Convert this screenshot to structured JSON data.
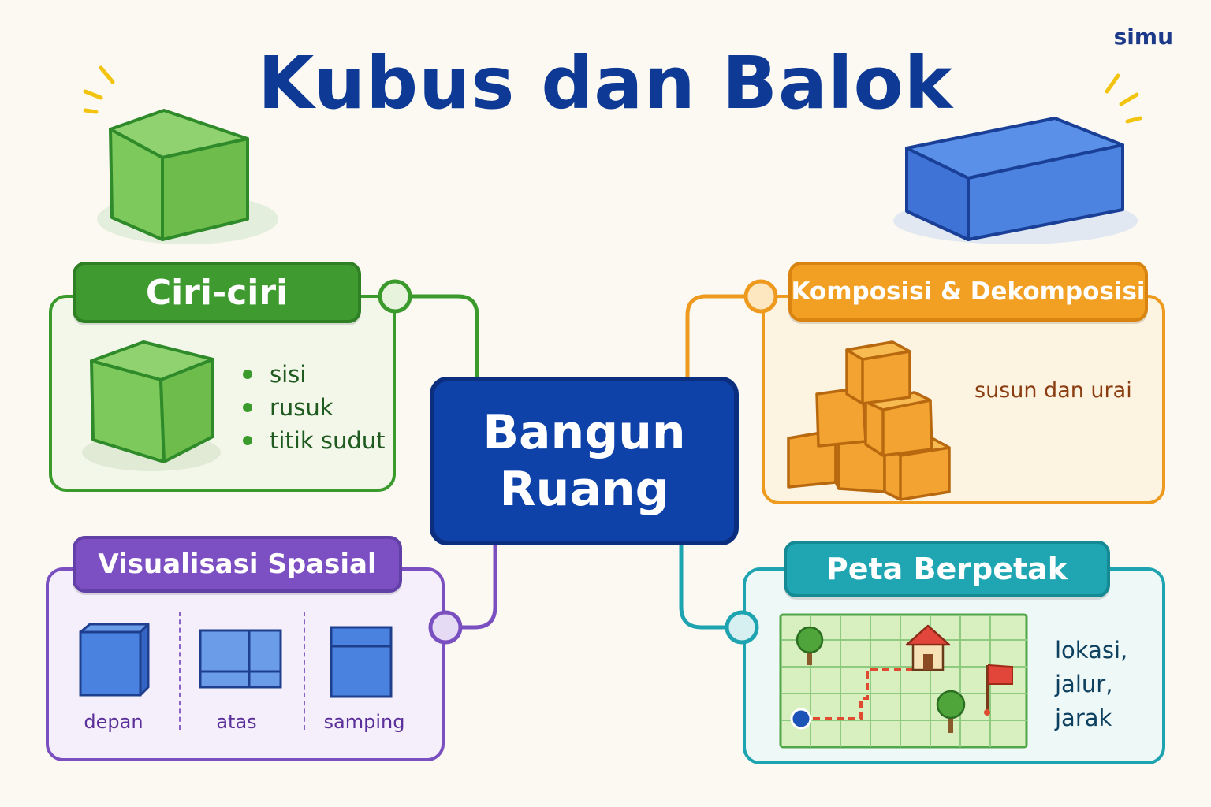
{
  "title": "Kubus dan Balok",
  "brand": "simu",
  "center": {
    "line1": "Bangun",
    "line2": "Ruang"
  },
  "colors": {
    "title": "#0e3a96",
    "center": "#0f42a8",
    "ciri": "#3a9a2c",
    "komposisi": "#ee9a1e",
    "visualisasi": "#7a4fc0",
    "peta": "#1ea3b0"
  },
  "ciri_ciri": {
    "label": "Ciri-ciri",
    "items": [
      "sisi",
      "rusuk",
      "titik sudut"
    ]
  },
  "komposisi": {
    "label": "Komposisi & Dekomposisi",
    "caption": "susun dan urai"
  },
  "visualisasi": {
    "label": "Visualisasi Spasial",
    "views": [
      "depan",
      "atas",
      "samping"
    ]
  },
  "peta": {
    "label": "Peta Berpetak",
    "captions": [
      "lokasi,",
      "jalur,",
      "jarak"
    ]
  },
  "icons": [
    "cube-icon",
    "cuboid-icon",
    "stacked-blocks-icon",
    "grid-map-icon",
    "house-icon",
    "tree-icon",
    "flag-icon"
  ]
}
